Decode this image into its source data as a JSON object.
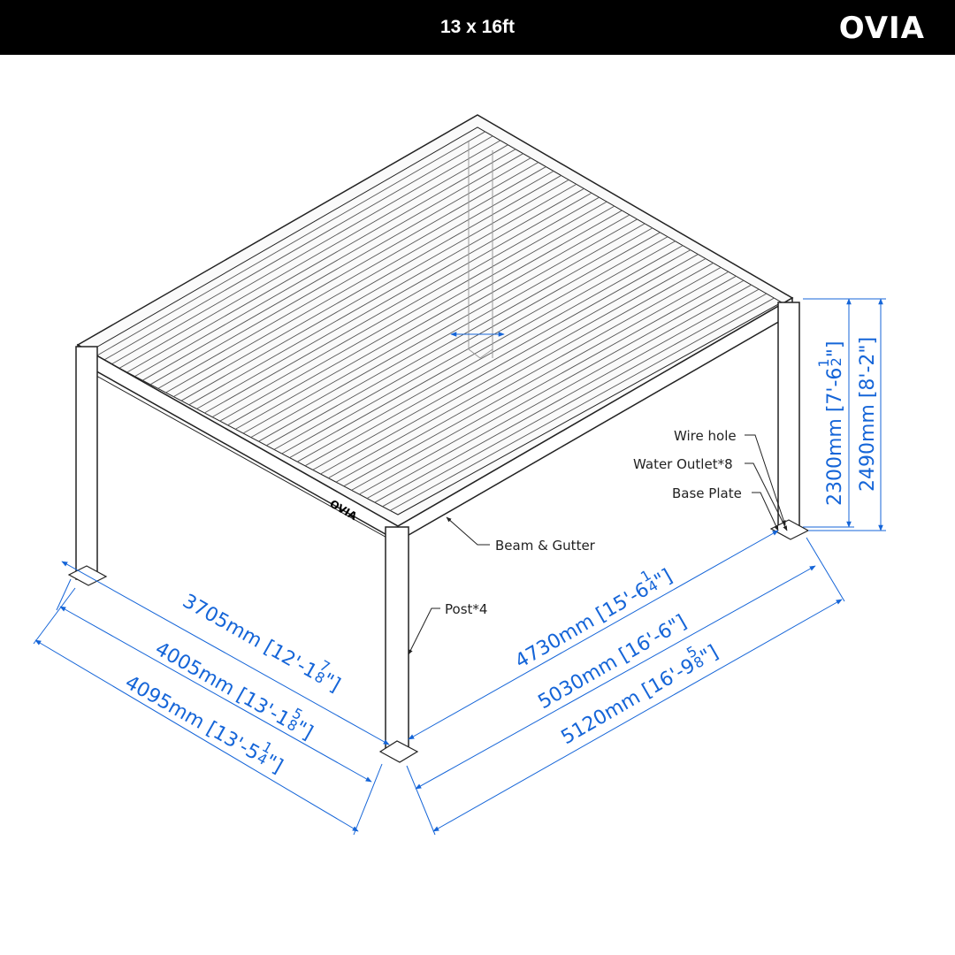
{
  "header": {
    "title": "13 x 16ft",
    "brand": "OVIA"
  },
  "product_logo": "OVIA",
  "callouts": {
    "wire_hole": "Wire hole",
    "water_outlet": "Water Outlet*8",
    "base_plate": "Base Plate",
    "beam_gutter": "Beam & Gutter",
    "post": "Post*4"
  },
  "dimensions": {
    "width_inner": {
      "main": "3705mm [12'-1",
      "frac_num": "7",
      "frac_den": "8",
      "tail": "\"]"
    },
    "width_mid": {
      "main": "4005mm [13'-1",
      "frac_num": "5",
      "frac_den": "8",
      "tail": "\"]"
    },
    "width_outer": {
      "main": "4095mm [13'-5",
      "frac_num": "1",
      "frac_den": "4",
      "tail": "\"]"
    },
    "length_inner": {
      "main": "4730mm [15'-6",
      "frac_num": "1",
      "frac_den": "4",
      "tail": "\"]"
    },
    "length_mid": {
      "main": "5030mm [16'-6\"]"
    },
    "length_outer": {
      "main": "5120mm [16'-9",
      "frac_num": "5",
      "frac_den": "8",
      "tail": "\"]"
    },
    "height_inner": {
      "main": "2300mm [7'-6",
      "frac_num": "1",
      "frac_den": "2",
      "tail": "\"]"
    },
    "height_outer": {
      "main": "2490mm [8'-2\"]"
    }
  },
  "colors": {
    "dimension": "#1565d8",
    "linework": "#222222",
    "header_bg": "#000000"
  }
}
